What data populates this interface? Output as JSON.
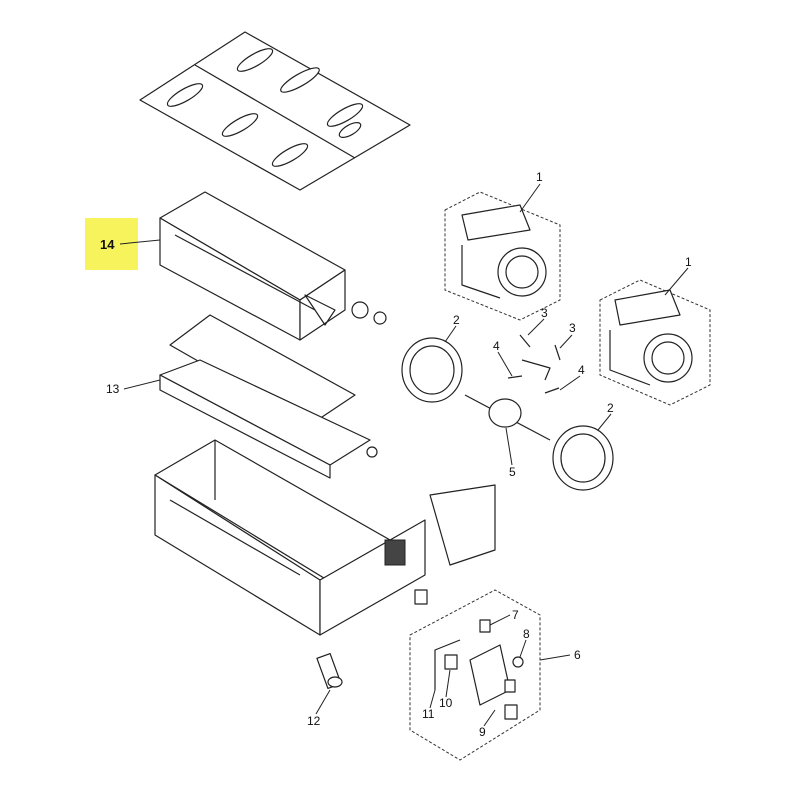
{
  "diagram": {
    "type": "exploded-parts-diagram",
    "highlight_color": "#f7f35c",
    "highlighted_callout": "14",
    "callouts": [
      "1",
      "1",
      "2",
      "2",
      "3",
      "3",
      "4",
      "4",
      "5",
      "6",
      "7",
      "8",
      "9",
      "10",
      "11",
      "12",
      "13",
      "14"
    ]
  }
}
